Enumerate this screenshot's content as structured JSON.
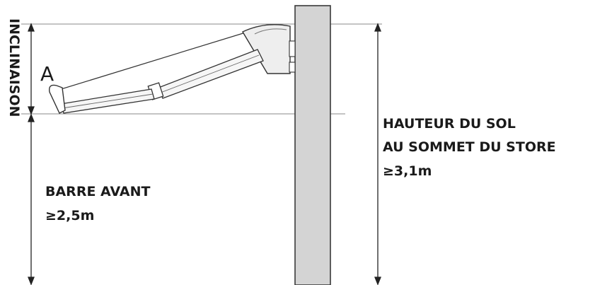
{
  "labels": {
    "inclination": "INCLINAISON",
    "point_a": "A",
    "height_title_line1": "HAUTEUR DU SOL",
    "height_title_line2": "AU SOMMET DU STORE",
    "height_value": "≥3,1m",
    "front_bar_title": "BARRE AVANT",
    "front_bar_value": "≥2,5m"
  }
}
